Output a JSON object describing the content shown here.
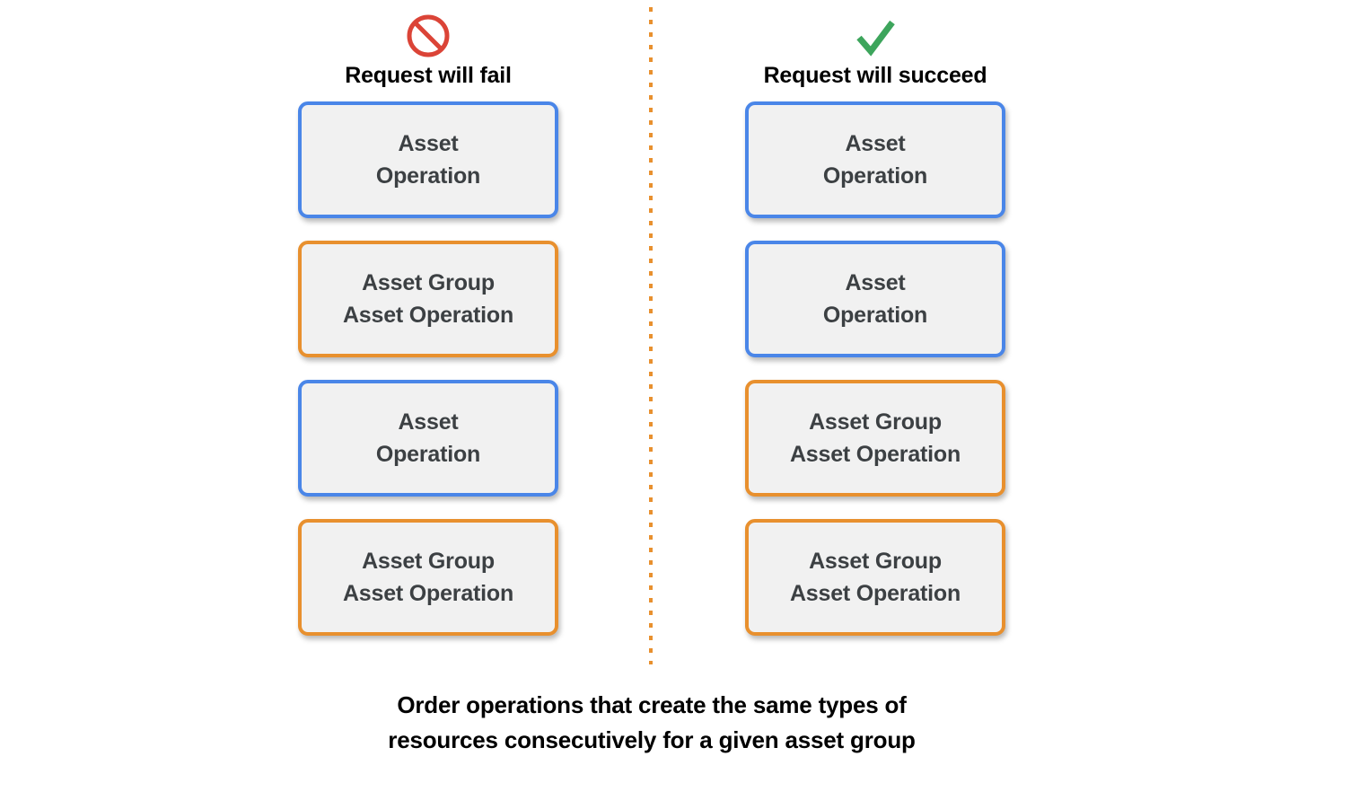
{
  "diagram": {
    "caption": "Order operations that create the same types of\nresources consecutively for a given asset group",
    "divider": {
      "style": "dotted",
      "color": "#e8902e"
    },
    "colors": {
      "blue_border": "#4a86e8",
      "orange_border": "#e8902e",
      "box_fill": "#f1f1f1",
      "box_text": "#3c4043",
      "fail_icon": "#db4437",
      "succeed_icon": "#3da55c",
      "background": "#ffffff"
    },
    "columns": [
      {
        "id": "fail",
        "icon": "prohibition-icon",
        "title": "Request will fail",
        "boxes": [
          {
            "label": "Asset\nOperation",
            "type": "asset",
            "border": "blue"
          },
          {
            "label": "Asset Group\nAsset Operation",
            "type": "asset-group",
            "border": "orange"
          },
          {
            "label": "Asset\nOperation",
            "type": "asset",
            "border": "blue"
          },
          {
            "label": "Asset Group\nAsset Operation",
            "type": "asset-group",
            "border": "orange"
          }
        ]
      },
      {
        "id": "succeed",
        "icon": "checkmark-icon",
        "title": "Request will succeed",
        "boxes": [
          {
            "label": "Asset\nOperation",
            "type": "asset",
            "border": "blue"
          },
          {
            "label": "Asset\nOperation",
            "type": "asset",
            "border": "blue"
          },
          {
            "label": "Asset Group\nAsset Operation",
            "type": "asset-group",
            "border": "orange"
          },
          {
            "label": "Asset Group\nAsset Operation",
            "type": "asset-group",
            "border": "orange"
          }
        ]
      }
    ]
  }
}
